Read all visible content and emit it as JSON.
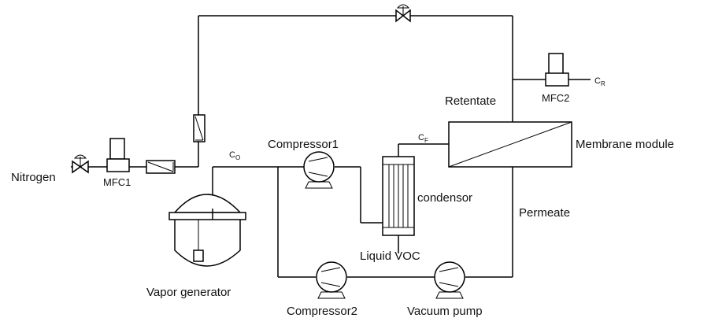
{
  "labels": {
    "nitrogen": "Nitrogen",
    "mfc1": "MFC1",
    "mfc2": "MFC2",
    "vapor_generator": "Vapor generator",
    "compressor1": "Compressor1",
    "compressor2": "Compressor2",
    "vacuum_pump": "Vacuum pump",
    "condensor": "condensor",
    "liquid_voc": "Liquid VOC",
    "retentate": "Retentate",
    "permeate": "Permeate",
    "membrane_module": "Membrane module",
    "c0_main": "C",
    "c0_sub": "O",
    "cf_main": "C",
    "cf_sub": "F",
    "cr_main": "C",
    "cr_sub": "R"
  }
}
